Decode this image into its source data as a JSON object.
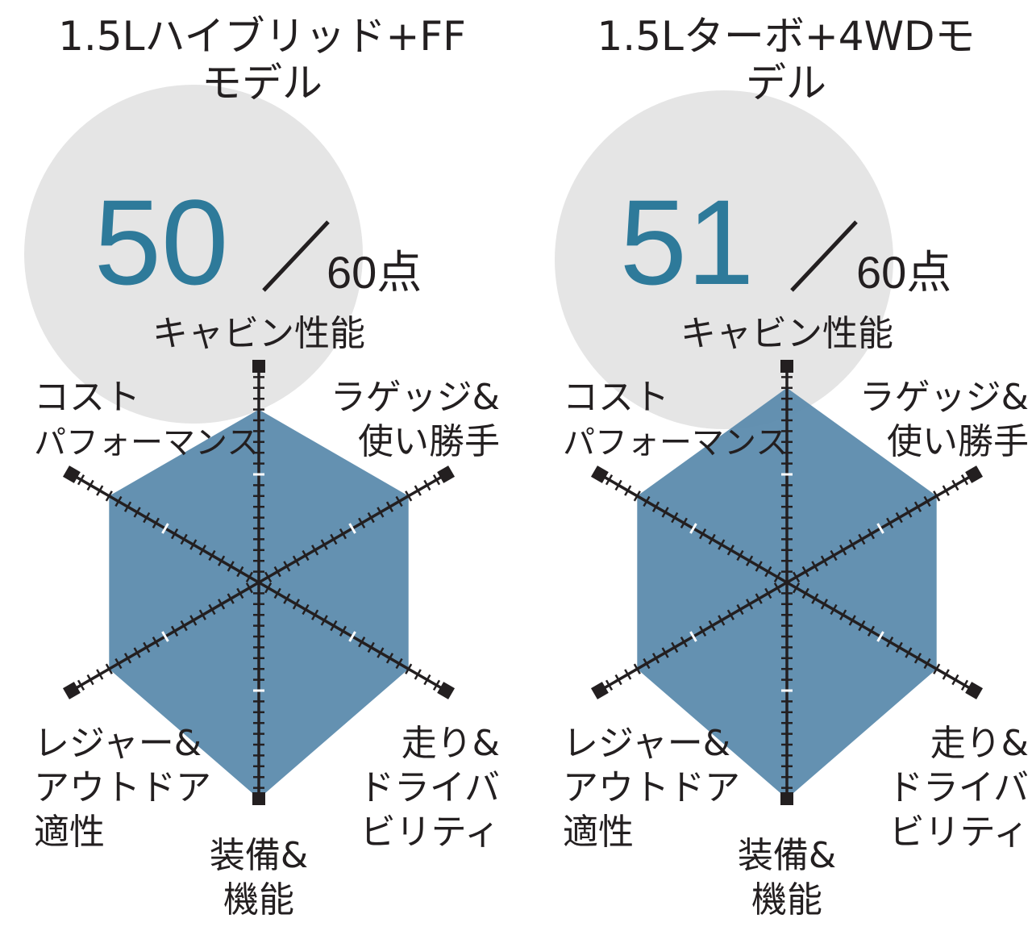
{
  "colors": {
    "circle": "#e5e5e5",
    "fill": "#5e8cae",
    "score": "#2e7a9a",
    "axis": "#231f20",
    "text": "#231f20"
  },
  "chart_data": [
    {
      "type": "radar",
      "title": "1.5Lハイブリッド+FFモデル",
      "title_lines": [
        "1.5Lハイブリッド+FF",
        "モデル"
      ],
      "score": "50",
      "max_text": "60点",
      "axis_max": 10,
      "axes": [
        {
          "lines": [
            "キャビン性能"
          ]
        },
        {
          "lines": [
            "ラゲッジ&",
            "使い勝手"
          ]
        },
        {
          "lines": [
            "走り&",
            "ドライバ",
            "ビリティ"
          ]
        },
        {
          "lines": [
            "装備&",
            "機能"
          ]
        },
        {
          "lines": [
            "レジャー&",
            "アウトドア",
            "適性"
          ]
        },
        {
          "lines": [
            "コスト",
            "パフォーマンス"
          ]
        }
      ],
      "values": [
        8,
        8,
        8,
        10,
        8,
        8
      ]
    },
    {
      "type": "radar",
      "title": "1.5Lターボ+4WDモデル",
      "title_lines": [
        "1.5Lターボ+4WDモ",
        "デル"
      ],
      "score": "51",
      "max_text": "60点",
      "axis_max": 10,
      "axes": [
        {
          "lines": [
            "キャビン性能"
          ]
        },
        {
          "lines": [
            "ラゲッジ&",
            "使い勝手"
          ]
        },
        {
          "lines": [
            "走り&",
            "ドライバ",
            "ビリティ"
          ]
        },
        {
          "lines": [
            "装備&",
            "機能"
          ]
        },
        {
          "lines": [
            "レジャー&",
            "アウトドア",
            "適性"
          ]
        },
        {
          "lines": [
            "コスト",
            "パフォーマンス"
          ]
        }
      ],
      "values": [
        9,
        8,
        8,
        10,
        8,
        8
      ]
    }
  ]
}
